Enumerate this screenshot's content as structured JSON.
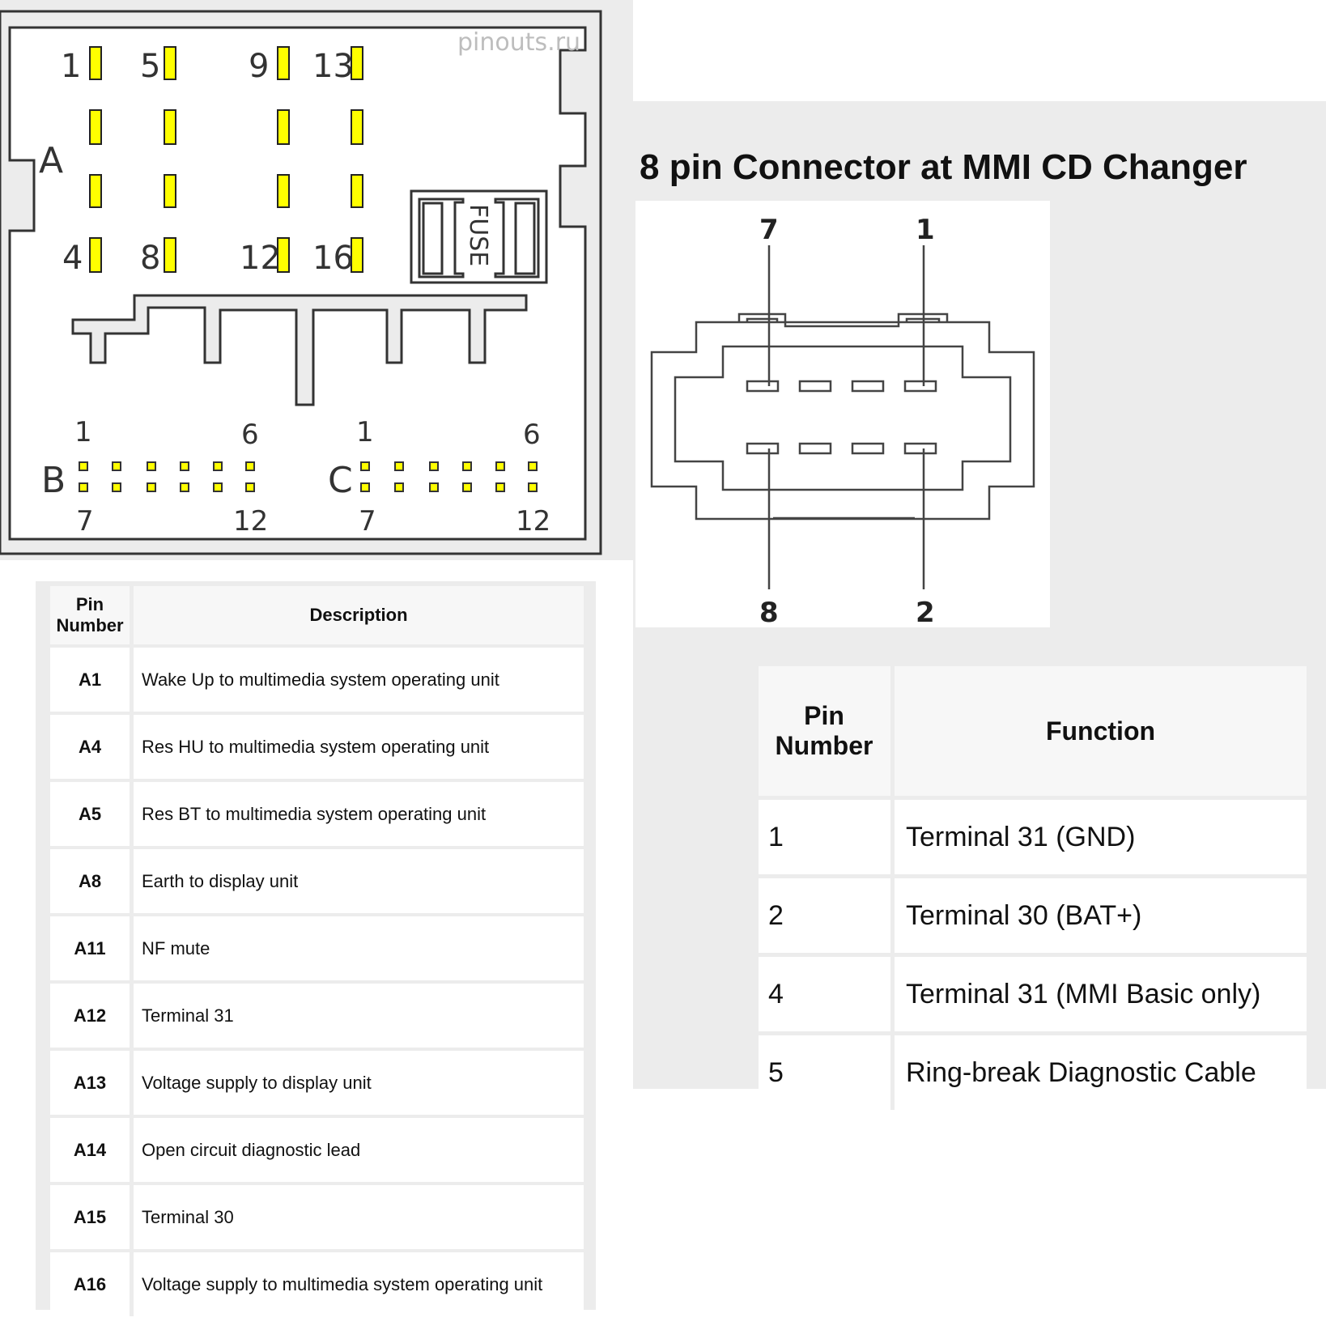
{
  "watermark": "pinouts.ru",
  "connector_a": {
    "group_label": "A",
    "pin_labels": [
      "1",
      "5",
      "9",
      "13",
      "4",
      "8",
      "12",
      "16"
    ],
    "fuse_label": "FUSE"
  },
  "connector_b": {
    "group_label": "B",
    "labels": [
      "1",
      "6",
      "7",
      "12"
    ]
  },
  "connector_c": {
    "group_label": "C",
    "labels": [
      "1",
      "6",
      "7",
      "12"
    ]
  },
  "cd_changer": {
    "title": "8 pin Connector at MMI CD Changer",
    "pin_labels": [
      "7",
      "1",
      "8",
      "2"
    ]
  },
  "left_table": {
    "header_pin": "Pin Number",
    "header_desc": "Description",
    "rows": [
      {
        "pin": "A1",
        "desc": "Wake Up to multimedia system operating unit"
      },
      {
        "pin": "A4",
        "desc": "Res HU to multimedia system operating unit"
      },
      {
        "pin": "A5",
        "desc": "Res BT to multimedia system operating unit"
      },
      {
        "pin": "A8",
        "desc": "Earth to display unit"
      },
      {
        "pin": "A11",
        "desc": "NF mute"
      },
      {
        "pin": "A12",
        "desc": "Terminal 31"
      },
      {
        "pin": "A13",
        "desc": "Voltage supply to display unit"
      },
      {
        "pin": "A14",
        "desc": "Open circuit diagnostic lead"
      },
      {
        "pin": "A15",
        "desc": "Terminal 30"
      },
      {
        "pin": "A16",
        "desc": "Voltage supply to multimedia system operating unit"
      }
    ]
  },
  "right_table": {
    "header_pin": "Pin Number",
    "header_func": "Function",
    "rows": [
      {
        "pin": "1",
        "func": "Terminal 31 (GND)"
      },
      {
        "pin": "2",
        "func": "Terminal 30 (BAT+)"
      },
      {
        "pin": "4",
        "func": "Terminal 31 (MMI Basic only)"
      },
      {
        "pin": "5",
        "func": "Ring-break Diagnostic Cable"
      }
    ]
  },
  "colors": {
    "pin_yellow": "#ffff00",
    "panel_gray": "#ececec",
    "outline_dark": "#333333"
  }
}
